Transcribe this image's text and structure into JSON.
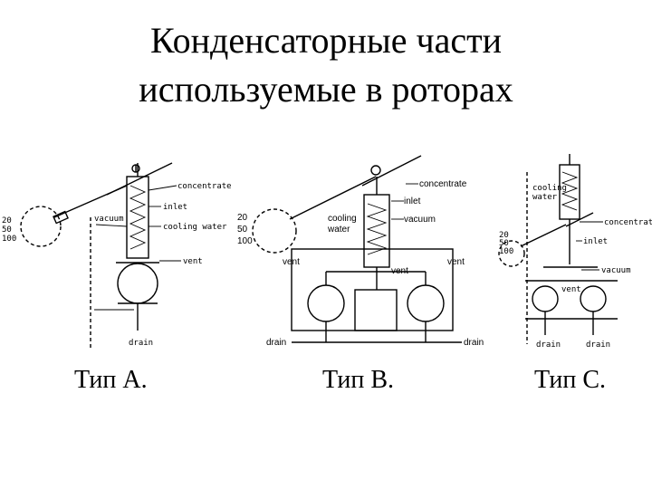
{
  "title": {
    "line1": "Конденсаторные части",
    "line2": "используемые в роторах"
  },
  "diagrams": {
    "a": {
      "caption": "Тип А.",
      "labels": {
        "concentrate": "concentrate",
        "inlet": "inlet",
        "vacuum": "vacuum",
        "cooling_water": "cooling water",
        "vent": "vent",
        "drain": "drain",
        "side_l1": "20",
        "side_l2": "50",
        "side_l3": "100"
      }
    },
    "b": {
      "caption": "Тип В.",
      "labels": {
        "concentrate": "concentrate",
        "inlet": "inlet",
        "cooling_water_1": "cooling",
        "cooling_water_2": "water",
        "vacuum": "vacuum",
        "vent_left": "vent",
        "vent_mid": "vent",
        "vent_right": "vent",
        "drain": "drain",
        "drain_right": "drain",
        "side_l1": "20",
        "side_l2": "50",
        "side_l3": "100"
      }
    },
    "c": {
      "caption": "Тип С.",
      "labels": {
        "cooling_water_1": "cooling",
        "cooling_water_2": "water",
        "concentrate": "concentrate",
        "inlet": "inlet",
        "vacuum": "vacuum",
        "vent": "vent",
        "drain_left": "drain",
        "drain_right": "drain",
        "side_l1": "20",
        "side_l2": "50",
        "side_l3": "100"
      }
    }
  }
}
